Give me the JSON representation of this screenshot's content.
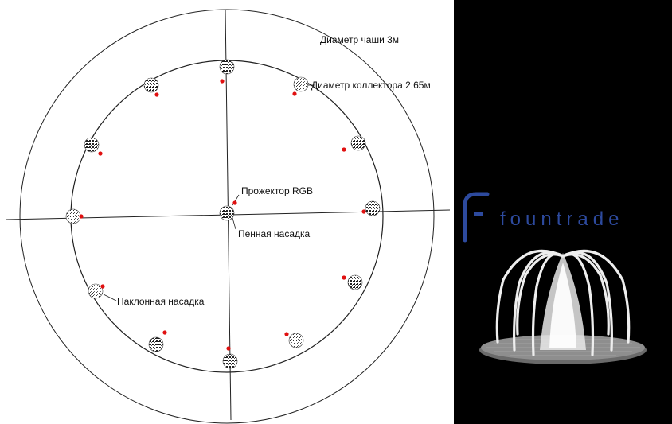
{
  "diagram": {
    "labels": {
      "bowl_diameter": "Диаметр чаши 3м",
      "collector_diameter": "Диаметр коллектора 2,65м",
      "projector": "Прожектор  RGB",
      "foam_nozzle": "Пенная насадка",
      "inclined_nozzle": "Наклонная насадка"
    },
    "colors": {
      "line": "#222222",
      "projector_dot": "#e01010",
      "nozzle": "#333333"
    },
    "nozzle_count": 12,
    "projector_count": 13
  },
  "brand": {
    "name": "fountrade",
    "logo_icon": "fountrade-logo-icon",
    "color": "#2d4a9e"
  },
  "photo": {
    "background": "#000000",
    "subject": "fountain-render"
  }
}
